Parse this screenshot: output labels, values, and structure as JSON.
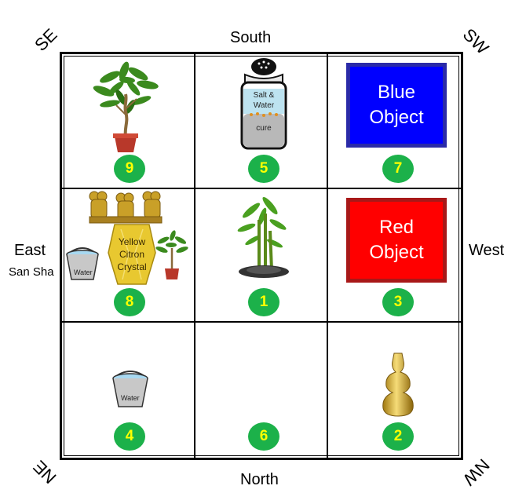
{
  "directions": {
    "south": "South",
    "north": "North",
    "east": "East",
    "east_sub": "San Sha",
    "west": "West"
  },
  "corners": {
    "se": "SE",
    "sw": "SW",
    "ne": "NE",
    "nw": "NW"
  },
  "cells": {
    "top_left": {
      "number": "9",
      "icon": "money-tree-icon"
    },
    "top_center": {
      "number": "5",
      "icon": "salt-water-jar-icon",
      "jar_label": "Salt & Water",
      "jar_sub": "cure"
    },
    "top_right": {
      "number": "7",
      "box_line1": "Blue",
      "box_line2": "Object",
      "box_color": "#0000ff",
      "border_color": "#2a2aa8"
    },
    "mid_left": {
      "number": "8",
      "icon": "citron-crystal-icon",
      "crystal_line1": "Yellow",
      "crystal_line2": "Citron",
      "crystal_line3": "Crystal",
      "bucket_label": "Water"
    },
    "mid_center": {
      "number": "1",
      "icon": "lucky-bamboo-icon"
    },
    "mid_right": {
      "number": "3",
      "box_line1": "Red",
      "box_line2": "Object",
      "box_color": "#ff0000",
      "border_color": "#a81818"
    },
    "bottom_left": {
      "number": "4",
      "icon": "water-bucket-icon",
      "bucket_label": "Water"
    },
    "bottom_center": {
      "number": "6"
    },
    "bottom_right": {
      "number": "2",
      "icon": "brass-wu-lou-icon"
    }
  },
  "colors": {
    "badge_bg": "#1cb14a",
    "badge_text": "#ffff00"
  }
}
